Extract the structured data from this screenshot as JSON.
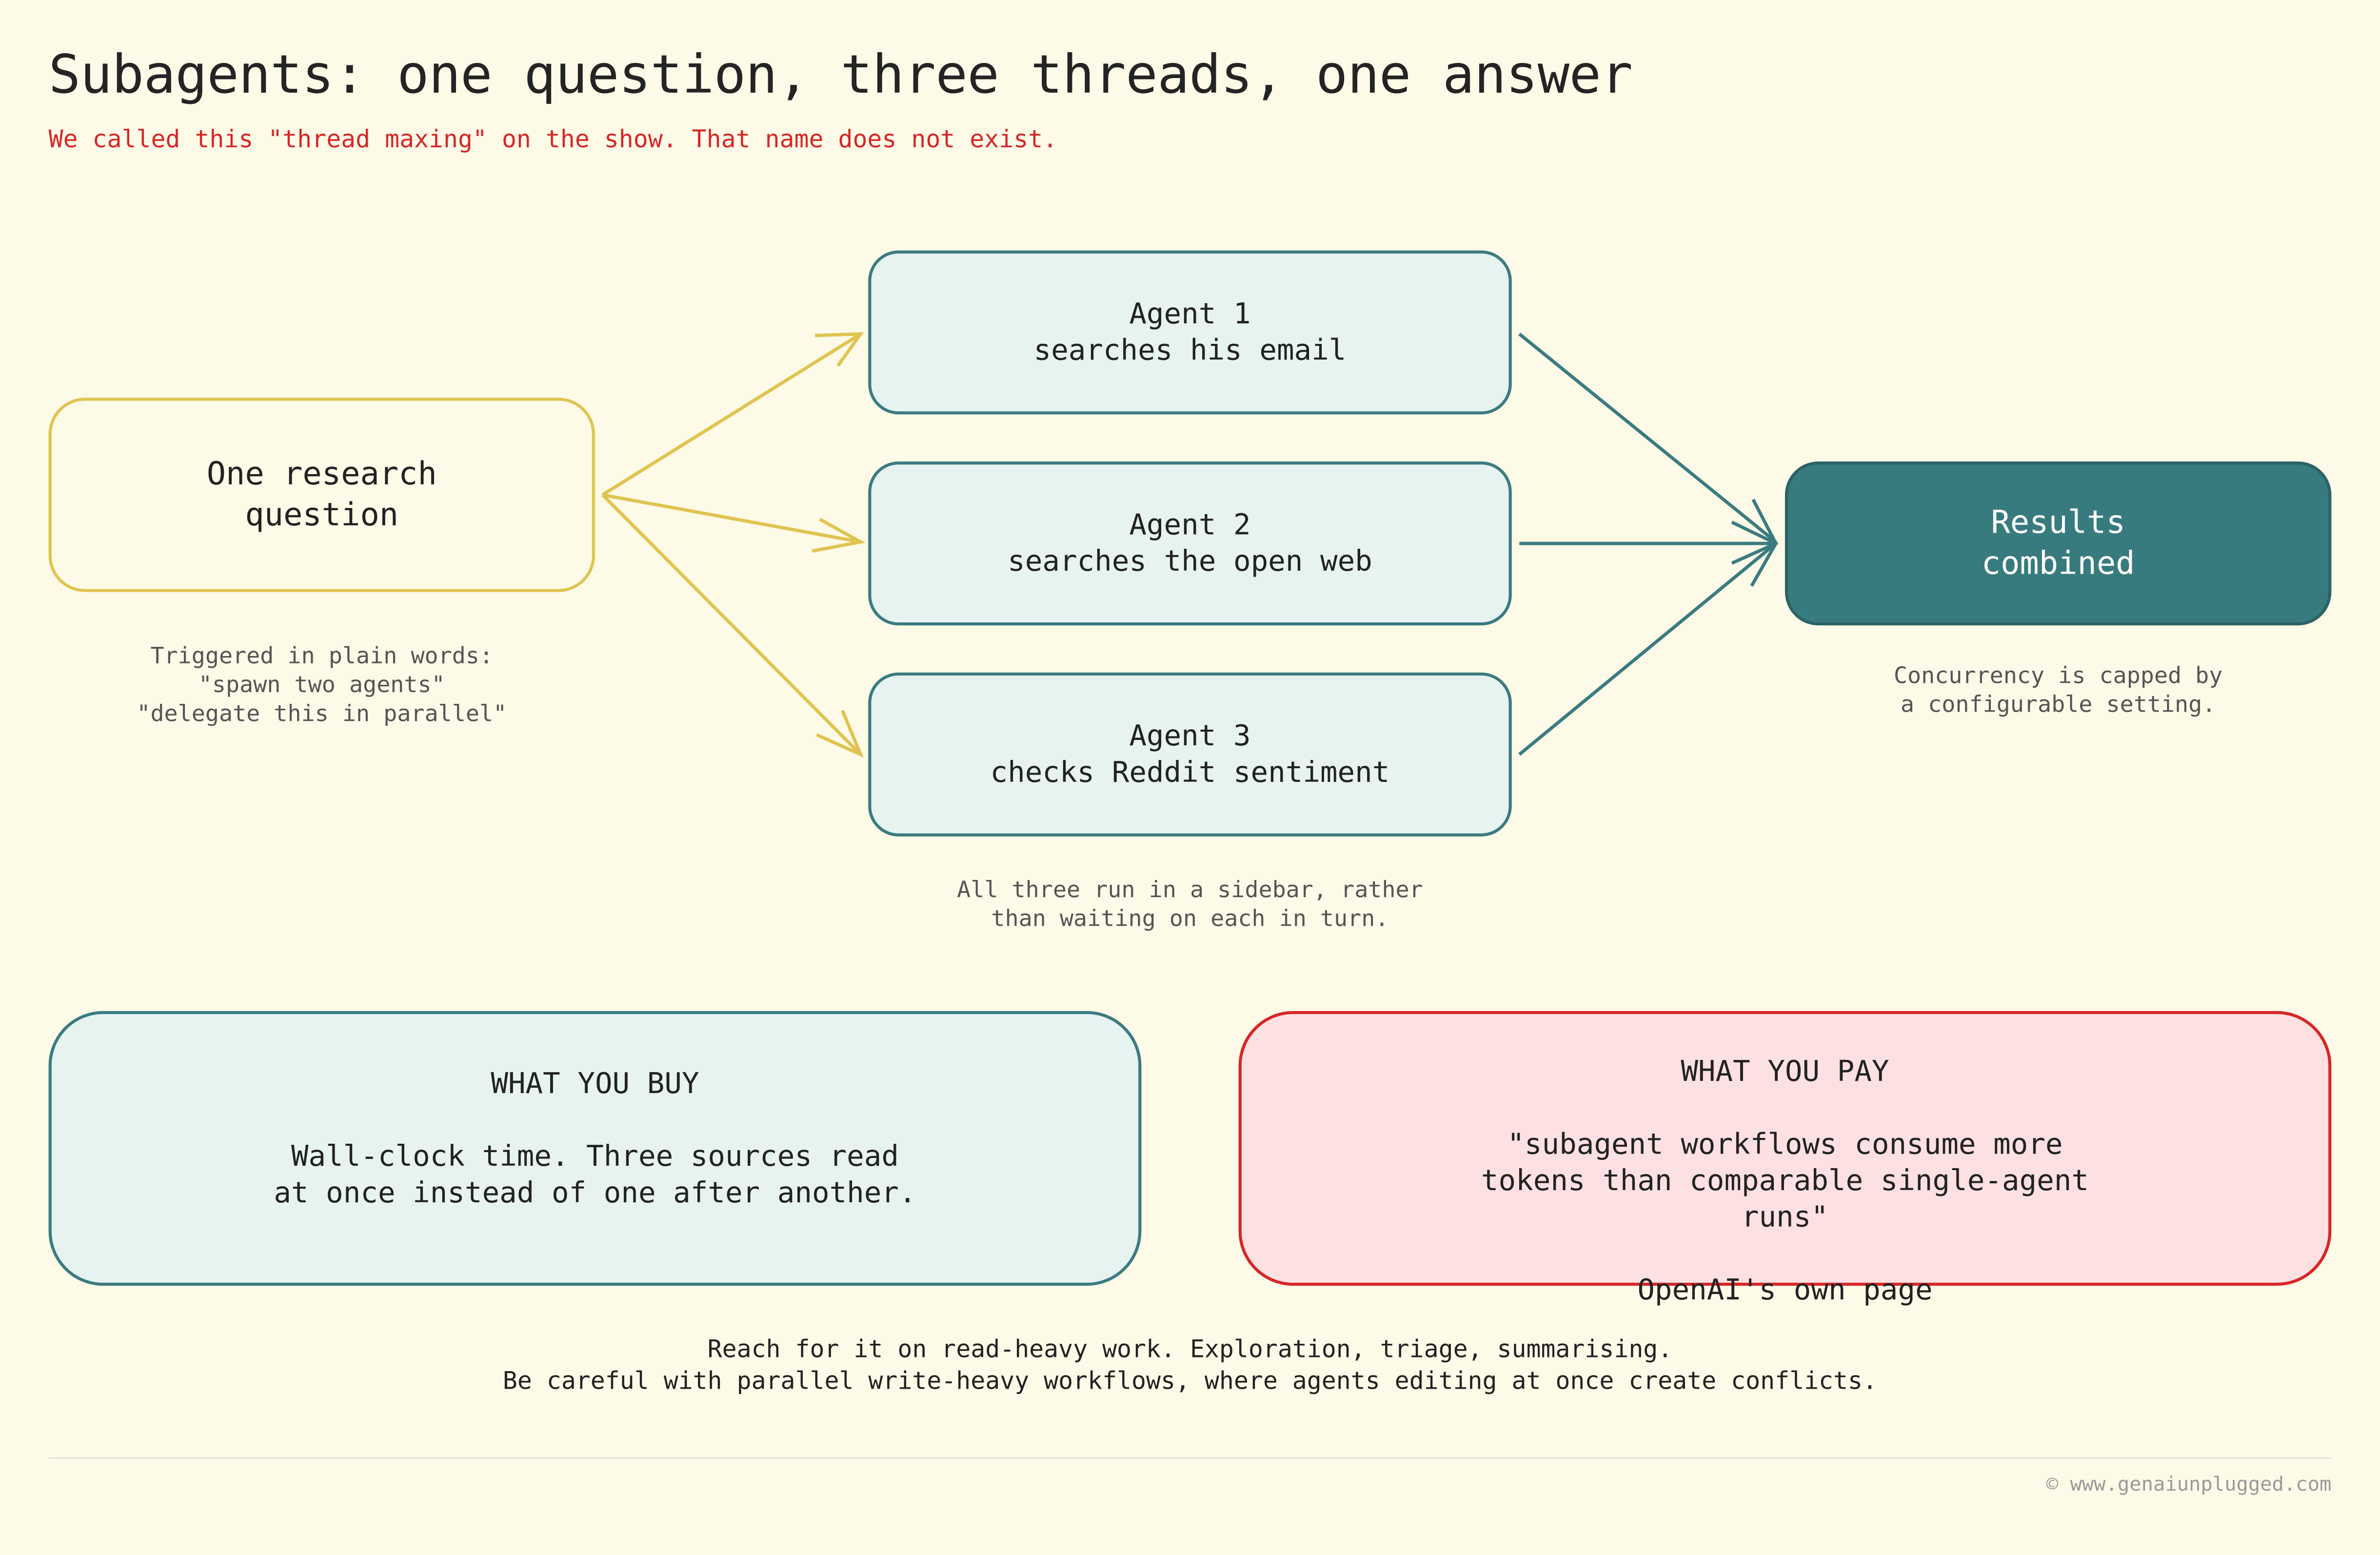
{
  "title": "Subagents: one question, three threads, one answer",
  "subtitle": "We called this \"thread maxing\" on the show. That name does not exist.",
  "question": {
    "lines": [
      "One research",
      "question"
    ],
    "note_lines": [
      "Triggered in plain words:",
      "\"spawn two agents\"",
      "\"delegate this in parallel\""
    ]
  },
  "agents": [
    {
      "name": "Agent 1",
      "task": "searches his email"
    },
    {
      "name": "Agent 2",
      "task": "searches the open web"
    },
    {
      "name": "Agent 3",
      "task": "checks Reddit sentiment"
    }
  ],
  "agents_note_lines": [
    "All three run in a sidebar, rather",
    "than waiting on each in turn."
  ],
  "result": {
    "lines": [
      "Results",
      "combined"
    ],
    "note_lines": [
      "Concurrency is capped by",
      "a configurable setting."
    ]
  },
  "buy": {
    "heading": "WHAT YOU BUY",
    "lines": [
      "Wall-clock time. Three sources read",
      "at once instead of one after another."
    ]
  },
  "pay": {
    "heading": "WHAT YOU PAY",
    "lines": [
      "\"subagent workflows consume more",
      "tokens than comparable single-agent",
      "runs\""
    ],
    "source": "OpenAI's own page"
  },
  "footer_lines": [
    "Reach for it on read-heavy work. Exploration, triage, summarising.",
    "Be careful with parallel write-heavy workflows, where agents editing at once create conflicts."
  ],
  "copyright": "© www.genaiunplugged.com",
  "colors": {
    "background": "#fefae8",
    "question_border": "#e0c450",
    "agent_border": "#3b7b80",
    "agent_fill": "#e6f3f1",
    "result_fill": "#387b7e",
    "warning_red": "#d62728",
    "pay_fill": "#fde0e2"
  }
}
